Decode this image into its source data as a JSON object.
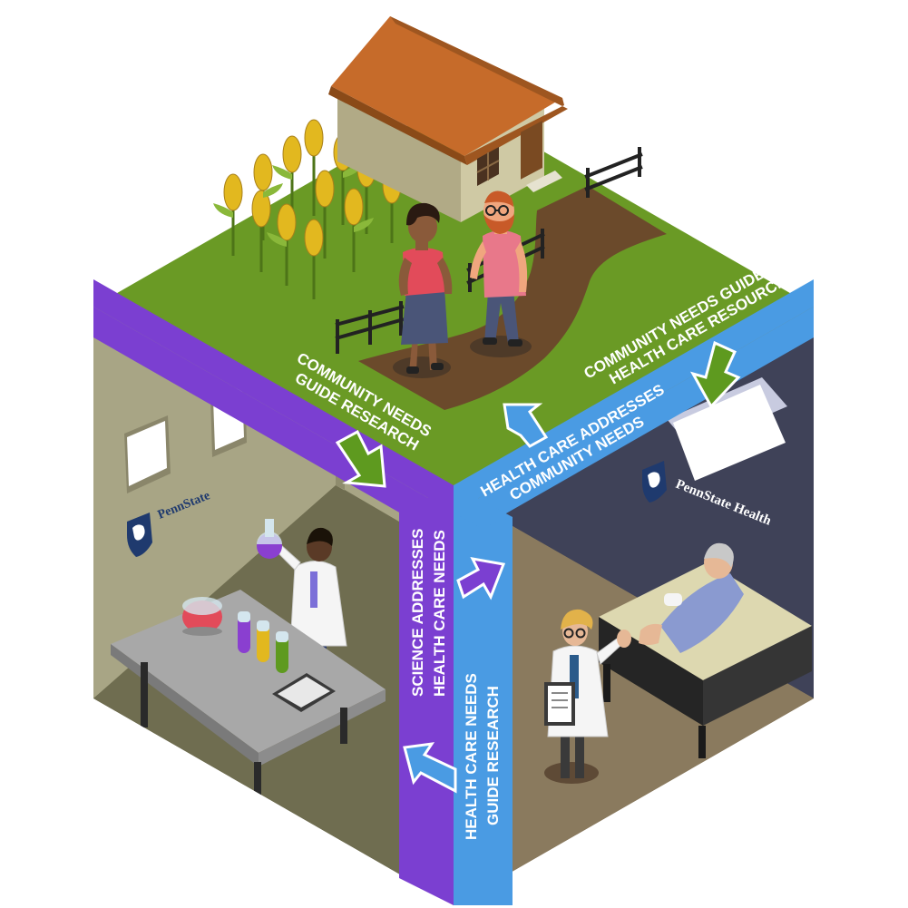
{
  "labels": {
    "community_to_research": [
      "COMMUNITY NEEDS",
      "GUIDE RESEARCH"
    ],
    "community_to_healthcare": [
      "COMMUNITY NEEDS GUIDE",
      "HEALTH CARE RESOURCES"
    ],
    "healthcare_to_community": [
      "HEALTH CARE ADDRESSES",
      "COMMUNITY NEEDS"
    ],
    "science_to_healthcare": [
      "SCIENCE ADDRESSES",
      "HEALTH CARE NEEDS"
    ],
    "healthcare_to_research": [
      "HEALTH CARE NEEDS",
      "GUIDE RESEARCH"
    ]
  },
  "logos": {
    "university": "PennState",
    "health": "PennState Health"
  },
  "icons": {
    "research_logo": "shield-icon",
    "health_logo": "shield-icon"
  },
  "colors": {
    "grass": "#6a9a25",
    "purple_band": "#7b3fd1",
    "blue_band": "#4a9be3",
    "arrow_green": "#5e9a1f",
    "arrow_purple": "#7b3fd1",
    "arrow_blue": "#4a9be3",
    "lab_wall": "#a8a585",
    "lab_floor": "#6f6d50",
    "hospital_wall": "#3f4258",
    "hospital_floor": "#8a7a5e",
    "path": "#6b4a2b",
    "navy": "#1f3a6e"
  }
}
